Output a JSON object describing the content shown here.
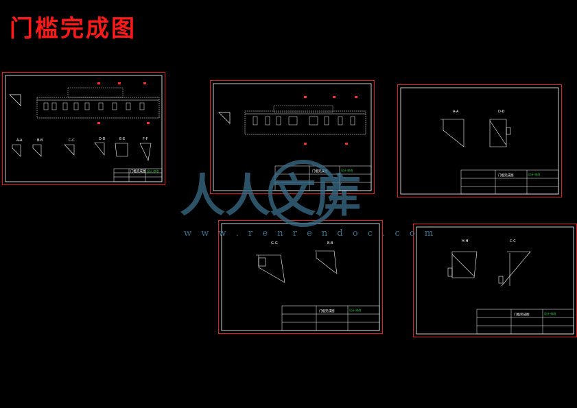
{
  "page_title": "门槛完成图",
  "colors": {
    "frame": "#e02020",
    "line": "#ffffff",
    "accent": "#ff2a2a",
    "green": "#2ecc40",
    "watermark": "#3a6e8a"
  },
  "watermark": {
    "glyphs": "人人文库",
    "url": "w w w . r e n r e n d o c . c o m"
  },
  "sheets": [
    {
      "id": "sheet1",
      "sections": [
        "A-A",
        "B-B",
        "C-C",
        "D-D",
        "E-E",
        "F-F"
      ],
      "tb_title": "门槛完成图",
      "tb_green": "设计 修改"
    },
    {
      "id": "sheet2",
      "sections": [],
      "tb_title": "门槛完成图",
      "tb_green": "设计 修改"
    },
    {
      "id": "sheet3",
      "sections": [
        "A-A",
        "D-D"
      ],
      "tb_title": "门槛完成图",
      "tb_green": "设计 修改"
    },
    {
      "id": "sheet4",
      "sections": [
        "G-G",
        "B-B"
      ],
      "tb_title": "门槛完成图",
      "tb_green": "设计 修改"
    },
    {
      "id": "sheet5",
      "sections": [
        "H-H",
        "C-C"
      ],
      "tb_title": "门槛完成图",
      "tb_green": "设计 修改"
    }
  ]
}
